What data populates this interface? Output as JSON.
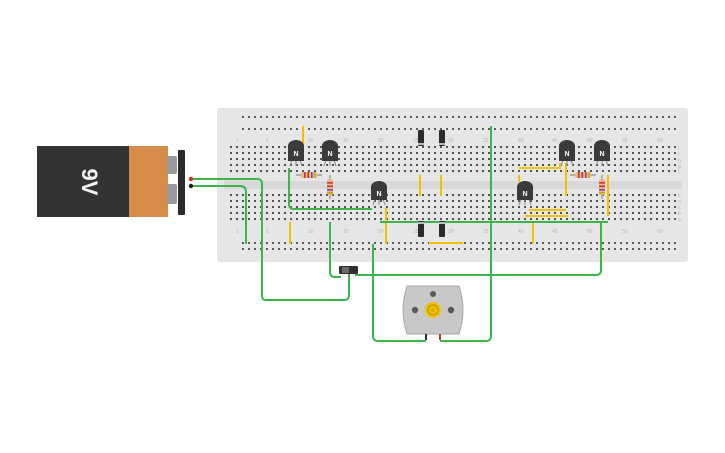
{
  "battery": {
    "label": "9V"
  },
  "breadboard": {
    "column_numbers": [
      "1",
      "5",
      "10",
      "15",
      "20",
      "25",
      "30",
      "35",
      "40",
      "45",
      "50",
      "55",
      "60"
    ],
    "row_letters_top": [
      "j",
      "i",
      "h",
      "g",
      "f"
    ],
    "row_letters_bottom": [
      "e",
      "d",
      "c",
      "b",
      "a"
    ]
  },
  "transistors": [
    {
      "id": "q1",
      "label": "N"
    },
    {
      "id": "q2",
      "label": "N"
    },
    {
      "id": "q3",
      "label": "N"
    },
    {
      "id": "q4",
      "label": "N"
    },
    {
      "id": "q5",
      "label": "N"
    },
    {
      "id": "q6",
      "label": "N"
    }
  ],
  "colors": {
    "wire": "#3cb54a",
    "jumper": "#f2c200",
    "breadboard": "#e6e6e6",
    "battery_body": "#333333",
    "battery_cap": "#d68c4a",
    "motor": "#c8c8c8"
  }
}
